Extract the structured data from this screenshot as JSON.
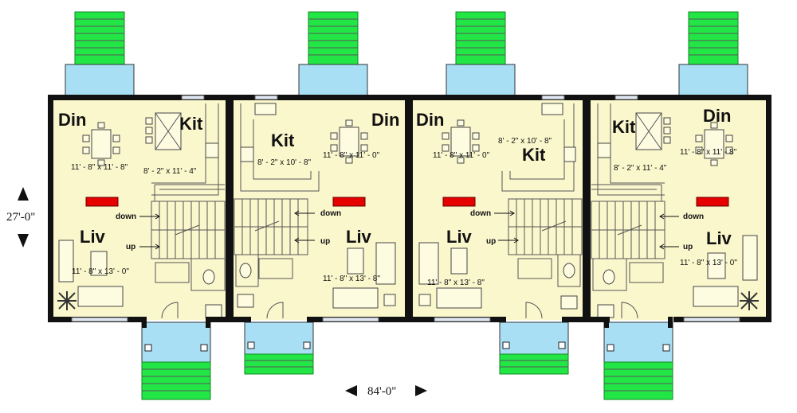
{
  "overall_dimensions": {
    "depth": "27'-0\"",
    "width": "84'-0\""
  },
  "colors": {
    "floor": "#fbf7cd",
    "wall": "#111111",
    "porch": "#a8dff5",
    "steps": "#22e646",
    "fireplace": "#e60000",
    "window": "#dfe6f0"
  },
  "units": [
    {
      "kit": "Kit",
      "din": "Din",
      "liv": "Liv",
      "kit_dim": "8' - 2\" x 11' - 4\"",
      "din_dim": "11' - 8\" x 11' - 8\"",
      "liv_dim": "11' - 8\" x 13' - 0\"",
      "down": "down",
      "up": "up"
    },
    {
      "kit": "Kit",
      "din": "Din",
      "liv": "Liv",
      "kit_dim": "8' - 2\" x 10' - 8\"",
      "din_dim": "11' - 8\" x 11' - 0\"",
      "liv_dim": "11' - 8\" x 13' - 8\"",
      "down": "down",
      "up": "up"
    },
    {
      "kit": "Kit",
      "din": "Din",
      "liv": "Liv",
      "kit_dim": "8' - 2\" x 10' - 8\"",
      "din_dim": "11' - 8\" x 11' - 0\"",
      "liv_dim": "11' - 8\" x 13' - 8\"",
      "down": "down",
      "up": "up"
    },
    {
      "kit": "Kit",
      "din": "Din",
      "liv": "Liv",
      "kit_dim": "8' - 2\" x 11' - 4\"",
      "din_dim": "11' - 8\" x 11' - 8\"",
      "liv_dim": "11' - 8\" x 13' - 0\"",
      "down": "down",
      "up": "up"
    }
  ]
}
